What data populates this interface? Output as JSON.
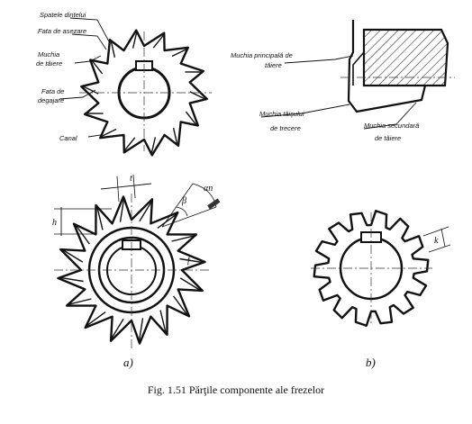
{
  "caption": "Fig. 1.51 Părţile componente ale frezelor",
  "fig_top_left": {
    "labels": {
      "spate": "Spatele dintelui",
      "fata_asezare": "Fata de asezare",
      "muchie_1": "Muchia",
      "muchie_2": "de tăiere",
      "degajare_1": "Fata de",
      "degajare_2": "degajare",
      "canal": "Canal"
    },
    "teeth": 14
  },
  "fig_top_right": {
    "labels": {
      "principala_1": "Muchia principală de",
      "principala_2": "tăiere",
      "tais_1": "Muchia tăişului",
      "tais_2": "de trecere",
      "secundara_1": "Muchia secundară",
      "secundara_2": "de tăiere"
    }
  },
  "fig_a": {
    "label": "a)",
    "dims": {
      "t": "t",
      "h": "h",
      "an": "αn",
      "beta": "β",
      "f": "f"
    },
    "teeth": 16
  },
  "fig_b": {
    "label": "b)",
    "dims": {
      "k": "k"
    },
    "teeth": 14
  }
}
